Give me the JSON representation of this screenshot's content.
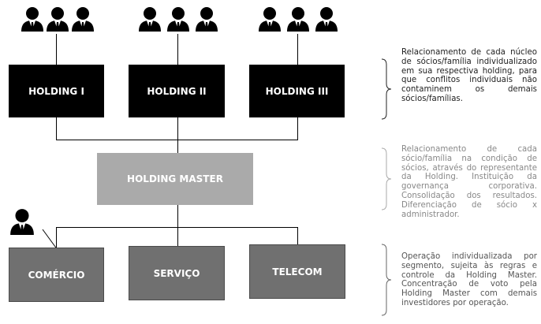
{
  "holdings": [
    {
      "label": "HOLDING I"
    },
    {
      "label": "HOLDING II"
    },
    {
      "label": "HOLDING III"
    }
  ],
  "master": {
    "label": "HOLDING MASTER"
  },
  "segments": [
    {
      "label": "COMÉRCIO"
    },
    {
      "label": "SERVIÇO"
    },
    {
      "label": "TELECOM"
    }
  ],
  "descriptions": [
    {
      "text": "Relacionamento de cada núcleo de sócios/família individualizado em sua respectiva holding, para que conflitos individuais não contaminem os demais sócios/famílias.",
      "color": "#222222"
    },
    {
      "text": "Relacionamento de cada sócio/família na condição de sócios, através do representante da Holding. Instituição da governança corporativa. Consolidação dos resultados. Diferenciação de sócio x administrador.",
      "color": "#888888"
    },
    {
      "text": "Operação individualizada por segmento, sujeita às regras e controle da Holding Master. Concentração de voto pela Holding Master com demais investidores por operação.",
      "color": "#555555"
    }
  ],
  "colors": {
    "holding": "#000000",
    "master": "#aaaaaa",
    "segment": "#707070",
    "text": "#ffffff"
  },
  "icons": [
    "person-icon"
  ]
}
